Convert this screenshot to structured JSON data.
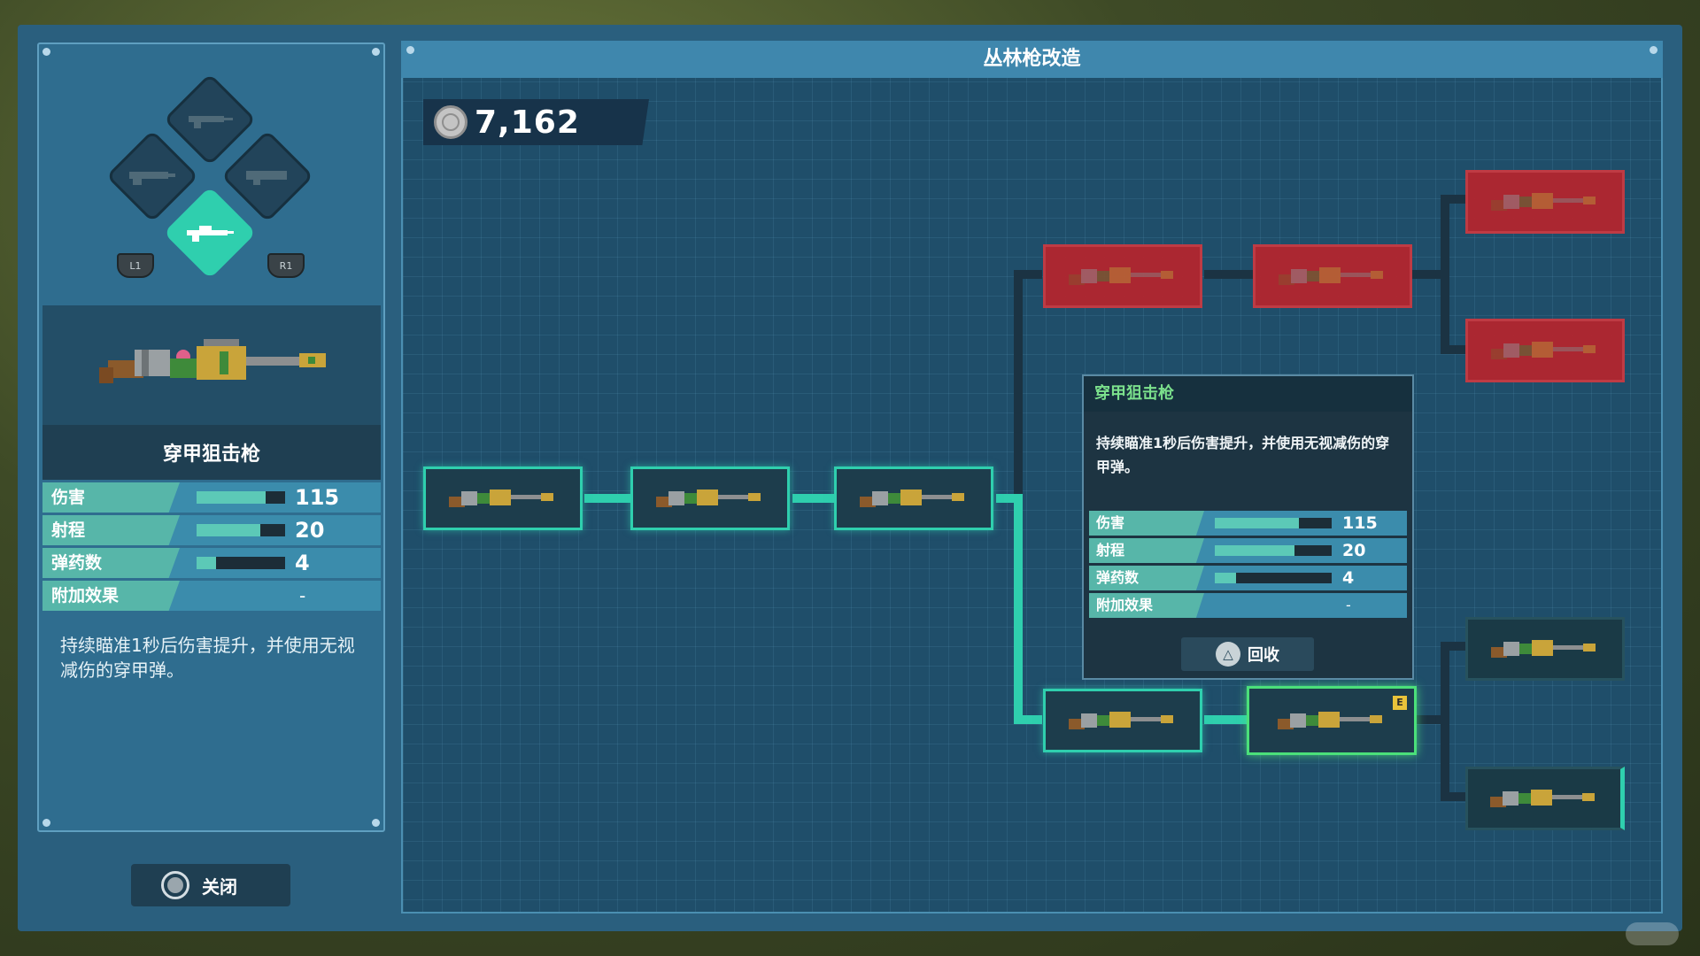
{
  "title": "丛林枪改造",
  "currency": {
    "value": "7,162"
  },
  "left": {
    "shoulder_left": "L1",
    "shoulder_right": "R1",
    "weapon_name": "穿甲狙击枪",
    "stats": [
      {
        "label": "伤害",
        "value": "115",
        "fill": 0.78
      },
      {
        "label": "射程",
        "value": "20",
        "fill": 0.72
      },
      {
        "label": "弹药数",
        "value": "4",
        "fill": 0.22
      },
      {
        "label": "附加效果",
        "value": "-"
      }
    ],
    "description": "持续瞄准1秒后伤害提升，并使用无视减伤的穿甲弹。",
    "close_label": "关闭"
  },
  "tooltip": {
    "title": "穿甲狙击枪",
    "description": "持续瞄准1秒后伤害提升，并使用无视减伤的穿甲弹。",
    "stats": [
      {
        "label": "伤害",
        "value": "115",
        "fill": 0.72
      },
      {
        "label": "射程",
        "value": "20",
        "fill": 0.68
      },
      {
        "label": "弹药数",
        "value": "4",
        "fill": 0.18
      },
      {
        "label": "附加效果",
        "value": "-"
      }
    ],
    "recycle_label": "回收"
  },
  "equip_badge": "E",
  "colors": {
    "accent": "#2fcfae",
    "locked": "#b3252e",
    "selected": "#4be07a",
    "title_green": "#7be08c"
  }
}
